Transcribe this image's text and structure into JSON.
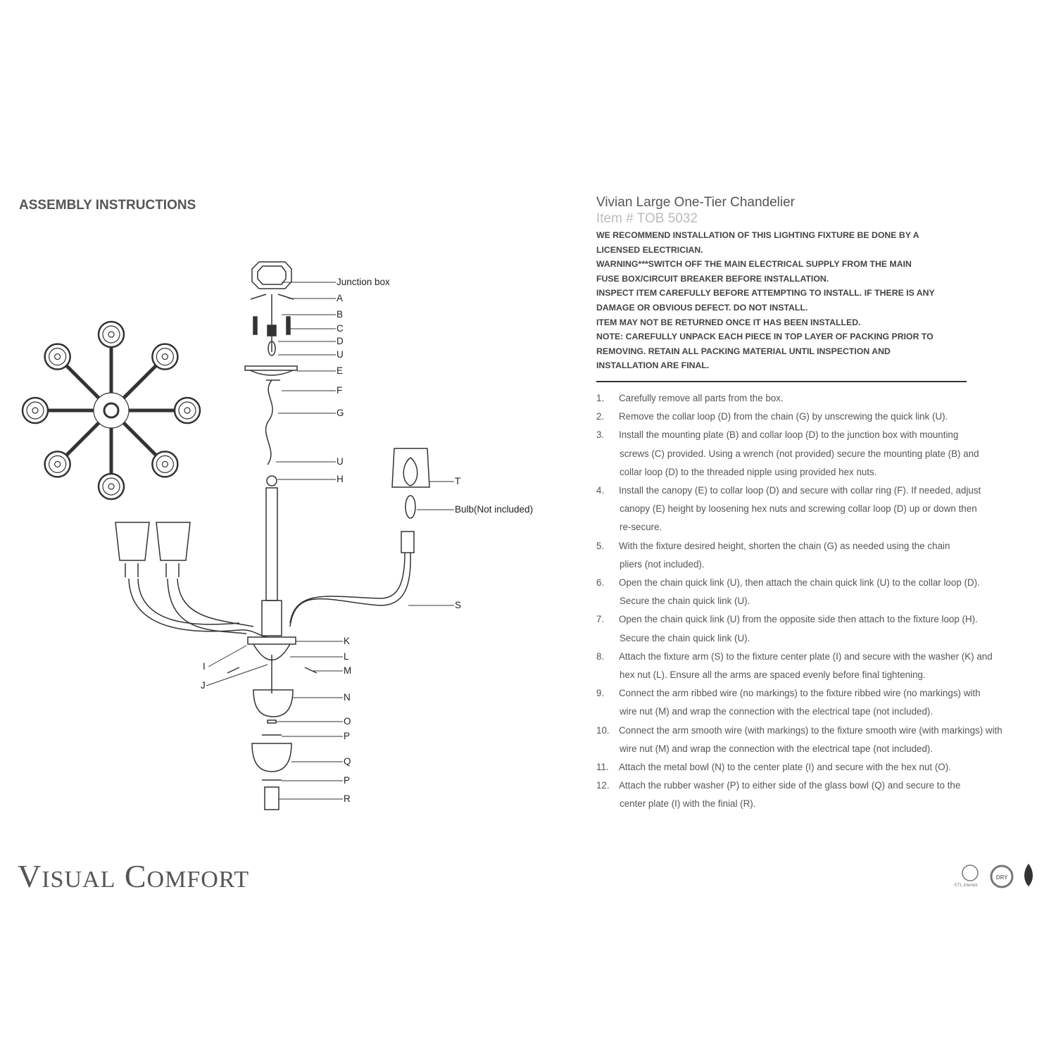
{
  "header": {
    "heading": "ASSEMBLY INSTRUCTIONS",
    "title": "Vivian Large One-Tier Chandelier",
    "item": "Item # TOB 5032"
  },
  "warnings": [
    "WE RECOMMEND INSTALLATION OF THIS LIGHTING FIXTURE BE DONE BY A",
    "LICENSED ELECTRICIAN.",
    "WARNING***SWITCH OFF THE MAIN ELECTRICAL SUPPLY FROM THE MAIN",
    "FUSE BOX/CIRCUIT BREAKER BEFORE INSTALLATION.",
    "INSPECT ITEM CAREFULLY BEFORE ATTEMPTING TO INSTALL. IF THERE IS ANY",
    "DAMAGE OR OBVIOUS DEFECT. DO NOT INSTALL.",
    "ITEM MAY NOT BE RETURNED ONCE IT HAS BEEN INSTALLED.",
    "NOTE:   CAREFULLY UNPACK EACH PIECE IN TOP LAYER OF PACKING PRIOR TO",
    "REMOVING. RETAIN ALL PACKING MATERIAL UNTIL INSPECTION AND",
    "INSTALLATION ARE FINAL."
  ],
  "steps": [
    {
      "num": "1.",
      "lines": [
        "Carefully remove all parts from the box."
      ]
    },
    {
      "num": "2.",
      "lines": [
        "Remove the collar loop (D) from the chain (G) by unscrewing the quick link (U)."
      ]
    },
    {
      "num": "3.",
      "lines": [
        "Install the mounting plate (B) and collar loop (D) to the junction box with mounting",
        "screws (C) provided. Using a wrench (not provided) secure the mounting plate (B) and",
        "collar loop (D) to the threaded nipple using provided hex nuts."
      ]
    },
    {
      "num": "4.",
      "lines": [
        "Install the canopy (E) to collar loop (D) and secure with collar ring (F). If needed, adjust",
        "canopy (E) height by loosening hex nuts and screwing collar loop (D) up or down then",
        "re-secure."
      ]
    },
    {
      "num": "5.",
      "lines": [
        "With the fixture desired height, shorten the chain (G) as needed using the chain",
        "pliers (not included)."
      ]
    },
    {
      "num": "6.",
      "lines": [
        "Open the chain quick link (U), then attach the chain quick link (U) to the collar loop (D).",
        "Secure the chain quick link (U)."
      ]
    },
    {
      "num": "7.",
      "lines": [
        "Open the chain quick link (U) from the opposite side then attach to the fixture loop (H).",
        "Secure the chain quick link (U)."
      ]
    },
    {
      "num": "8.",
      "lines": [
        "Attach the fixture arm (S) to the fixture center plate (I) and secure with the washer (K) and",
        "hex nut (L). Ensure all the arms are spaced evenly before final tightening."
      ]
    },
    {
      "num": "9.",
      "lines": [
        "Connect the arm ribbed wire (no markings) to the fixture ribbed wire (no markings) with",
        "wire nut (M) and wrap the connection with the electrical tape (not included)."
      ]
    },
    {
      "num": "10.",
      "lines": [
        "Connect the arm smooth wire (with markings) to the fixture smooth wire (with markings) with",
        "wire nut (M) and wrap the connection with the electrical tape (not included)."
      ]
    },
    {
      "num": "11.",
      "lines": [
        "Attach the metal bowl (N) to the center plate (I) and secure with the hex nut (O)."
      ]
    },
    {
      "num": "12.",
      "lines": [
        "Attach the rubber washer (P) to either side of the glass bowl (Q) and secure to the",
        "center plate (I) with the finial (R)."
      ]
    }
  ],
  "labels": [
    "Junction box",
    "A",
    "B",
    "C",
    "D",
    "U",
    "E",
    "F",
    "G",
    "U",
    "H",
    "T",
    "Bulb(Not included)",
    "S",
    "K",
    "L",
    "M",
    "I",
    "J",
    "N",
    "O",
    "P",
    "Q",
    "P",
    "R"
  ],
  "footer": {
    "logo": "Visual Comfort",
    "cert_marks": [
      "ETL Intertek",
      "DRY"
    ]
  }
}
